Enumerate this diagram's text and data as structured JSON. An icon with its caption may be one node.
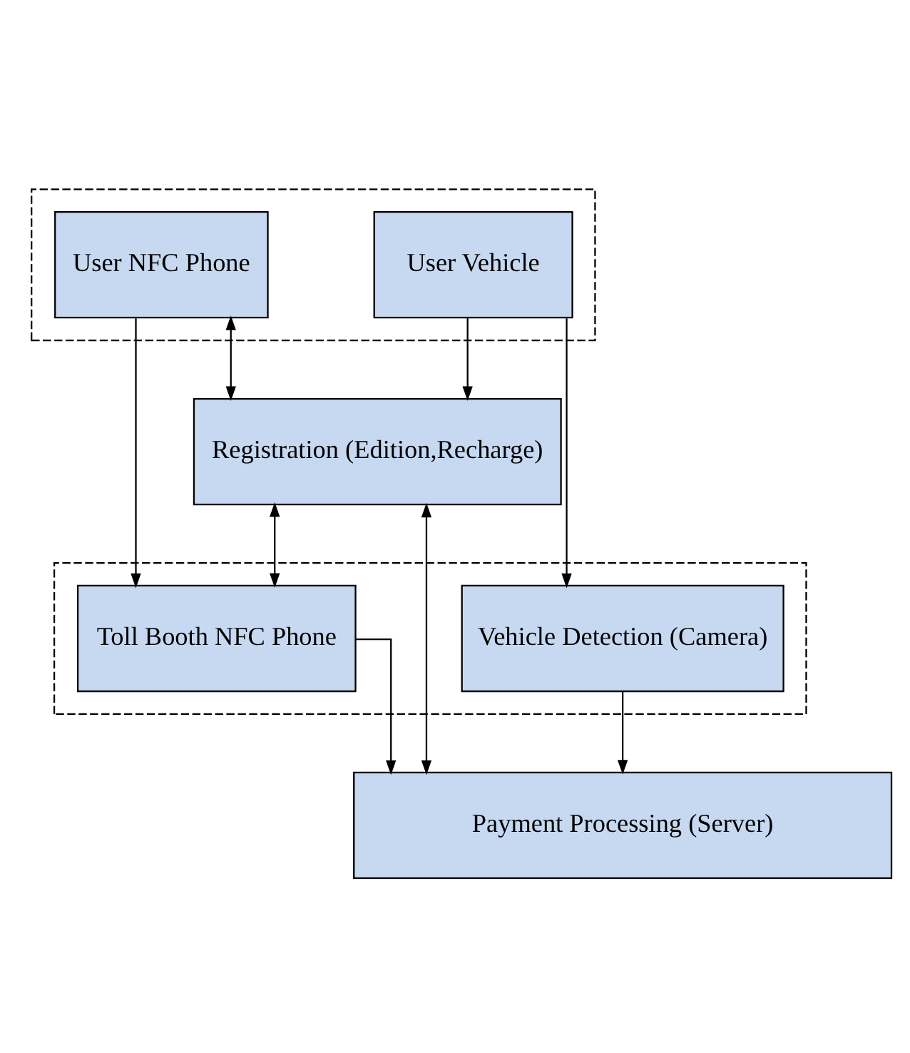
{
  "diagram": {
    "nodes": [
      {
        "text": [],
        "shape": "box"
      },
      {
        "text": [
          "User NFC Phone"
        ],
        "in": 0
      },
      {
        "text": [
          "User Vehicle"
        ],
        "in": 0
      },
      {
        "text": [
          "Registration (Edition,Recharge)"
        ]
      },
      {
        "text": [],
        "shape": "box"
      },
      {
        "text": [
          "Toll Booth NFC Phone"
        ],
        "in": 4
      },
      {
        "text": [
          "Vehicle Detection (Camera)"
        ],
        "in": 4
      },
      {
        "text": [
          "Payment Processing (Server)"
        ]
      }
    ],
    "edges": [
      {
        "from": 1,
        "to": 3,
        "arrow": "both"
      },
      {
        "from": 2,
        "to": 3,
        "arrow": "to"
      },
      {
        "from": 1,
        "to": 5,
        "arrow": "to"
      },
      {
        "from": 2,
        "to": 6,
        "arrow": "to"
      },
      {
        "from": 3,
        "to": 5,
        "arrow": "both"
      },
      {
        "from": 3,
        "to": 7,
        "arrow": "both"
      },
      {
        "from": 5,
        "to": 7,
        "arrow": "to"
      },
      {
        "from": 6,
        "to": 7,
        "arrow": "to"
      }
    ]
  }
}
